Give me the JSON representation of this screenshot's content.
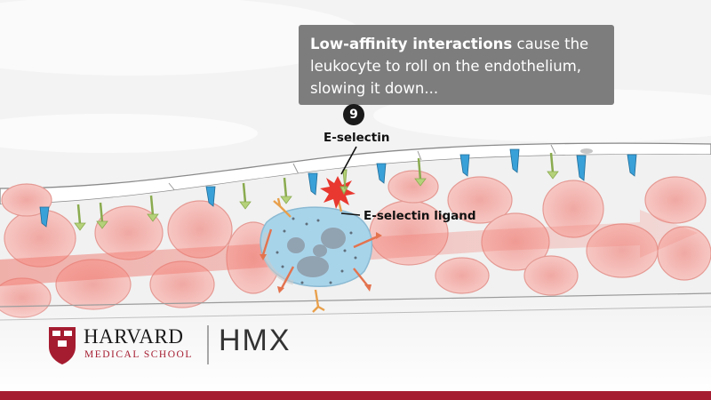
{
  "callout": {
    "bold": "Low-affinity interactions",
    "rest": " cause the leukocyte to roll on the endothelium, slowing it down..."
  },
  "step_number": "9",
  "labels": {
    "e_selectin": "E-selectin",
    "e_selectin_ligand": "E-selectin ligand"
  },
  "logo": {
    "line1": "HARVARD",
    "line2": "MEDICAL SCHOOL",
    "hmx": "HMX"
  },
  "colors": {
    "callout_bg": "#7d7d7d",
    "selectin_blue": "#3aa0d8",
    "ligand_green": "#9bbf62",
    "rbc_pink": "#f2b8b4",
    "leukocyte_blue": "#a8d4ea",
    "harvard_crimson": "#a51c30"
  }
}
